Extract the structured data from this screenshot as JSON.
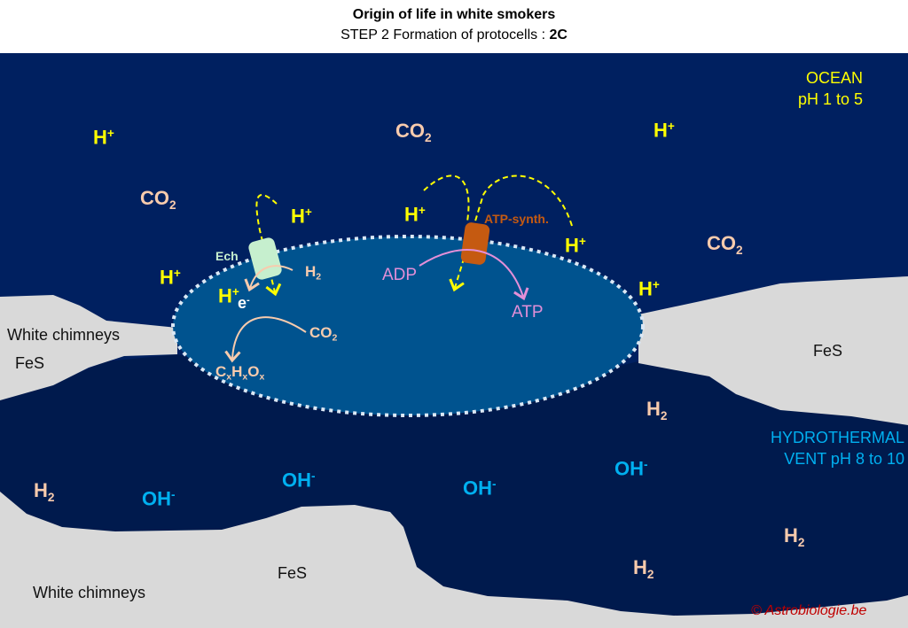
{
  "header": {
    "title": "Origin of life in white smokers",
    "subtitle_prefix": "STEP 2 Formation of protocells : ",
    "subtitle_step": "2C"
  },
  "ocean": {
    "line1": "OCEAN",
    "line2": "pH 1 to 5"
  },
  "vent": {
    "line1": "HYDROTHERMAL",
    "line2": "VENT pH 8 to 10"
  },
  "chimneys": {
    "left_label": "White chimneys",
    "left_fes": "FeS",
    "right_fes": "FeS",
    "bottom_fes": "FeS",
    "bottom_label": "White chimneys"
  },
  "molecules": {
    "proton": {
      "base": "H",
      "sup": "+"
    },
    "co2": {
      "base": "CO",
      "sub": "2"
    },
    "h2": {
      "base": "H",
      "sub": "2"
    },
    "hydroxide": {
      "base": "OH",
      "sup": "-"
    },
    "electron": {
      "base": "e",
      "sup": "-"
    },
    "organic": {
      "c": "C",
      "h": "H",
      "o": "O",
      "x": "x"
    }
  },
  "protocell": {
    "ech_label": "Ech",
    "atp_synthase_label": "ATP-synth.",
    "adp": "ADP",
    "atp": "ATP"
  },
  "copyright": "© Astrobiologie.be",
  "colors": {
    "ocean": "#002060",
    "vent": "#001a4d",
    "rock": "#d9d9d9",
    "protocell": "#00538f",
    "proton": "#ffff00",
    "molecule": "#f8cbad",
    "hydroxide": "#00b0f0",
    "atp": "#e38fd8",
    "atp_synthase": "#c55a11",
    "ech": "#c6efce"
  }
}
